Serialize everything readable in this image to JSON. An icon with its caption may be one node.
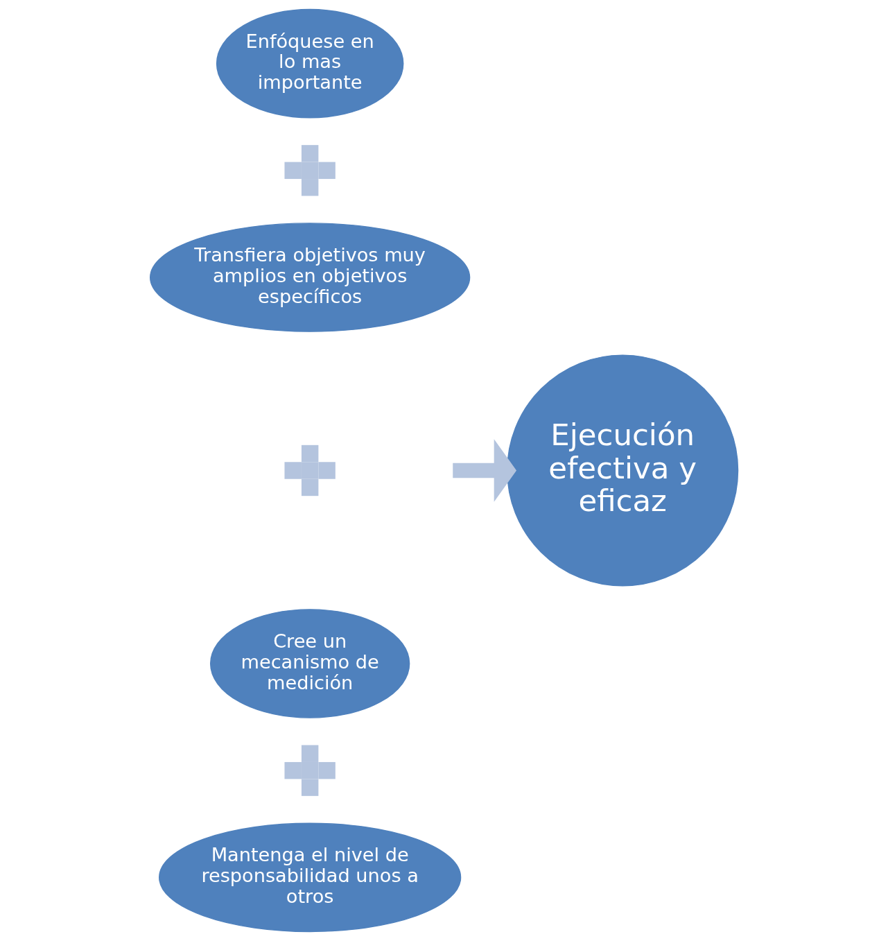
{
  "diagram": {
    "nodes": [
      {
        "text": [
          "Enfóquese en lo mas importante"
        ]
      },
      {
        "text": [],
        "shape": "plus"
      },
      {
        "text": [
          "Transfiera objetivos muy amplios en objetivos específicos"
        ]
      },
      {
        "text": [],
        "shape": "plus"
      },
      {
        "text": [
          "Cree un mecanismo de medición"
        ]
      },
      {
        "text": [],
        "shape": "plus"
      },
      {
        "text": [
          "Mantenga el nivel de responsabilidad unos a otros"
        ]
      },
      {
        "text": [
          "Ejecución efectiva y eficaz"
        ]
      }
    ],
    "edges": [
      {
        "from": null,
        "to": 7,
        "arrow": "to",
        "color": "#b4c4de"
      }
    ]
  }
}
